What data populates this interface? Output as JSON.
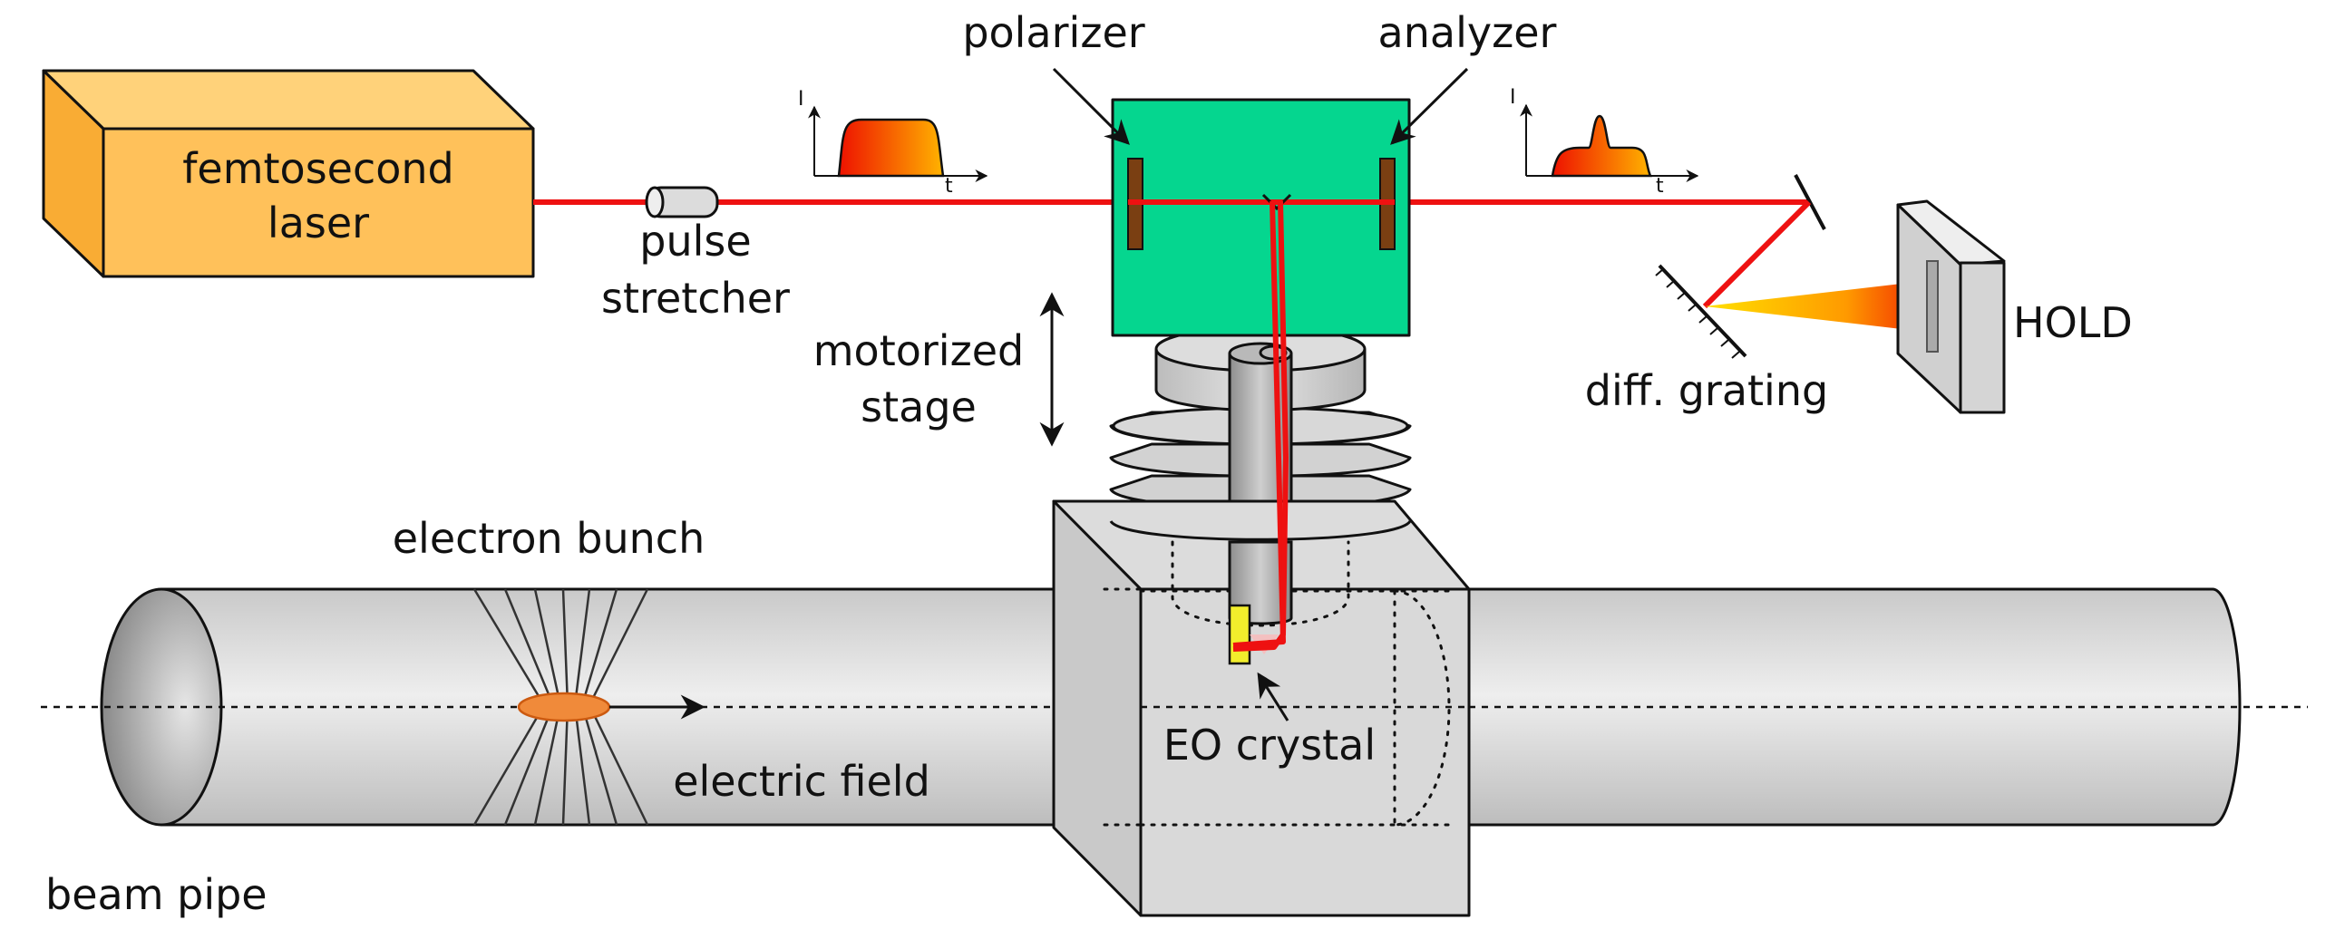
{
  "labels": {
    "laser_line1": "femtosecond",
    "laser_line2": "laser",
    "stretcher_line1": "pulse",
    "stretcher_line2": "stretcher",
    "polarizer": "polarizer",
    "analyzer": "analyzer",
    "stage_line1": "motorized",
    "stage_line2": "stage",
    "grating": "diff. grating",
    "hold": "HOLD",
    "electron_bunch": "electron bunch",
    "electric_field": "electric field",
    "eo_crystal": "EO crystal",
    "beam_pipe": "beam pipe",
    "axis_intensity": "I",
    "axis_time": "t"
  },
  "colors": {
    "laser_box": "#ffc15a",
    "laser_box_dark": "#f9ac34",
    "laser_beam": "#ee1111",
    "optics_box": "#05d68f",
    "polarizer_plate": "#7a3f12",
    "pipe": "#d6d6d6",
    "bunch": "#f08a3a",
    "crystal": "#f2ee2c",
    "pulse_gradient_start": "#ee2200",
    "pulse_gradient_end": "#ffb000"
  },
  "icons": {
    "pulse_in": "flat-top-stretched-pulse-icon",
    "pulse_out": "modulated-pulse-icon",
    "stage_arrow": "double-headed-vertical-arrow-icon"
  }
}
